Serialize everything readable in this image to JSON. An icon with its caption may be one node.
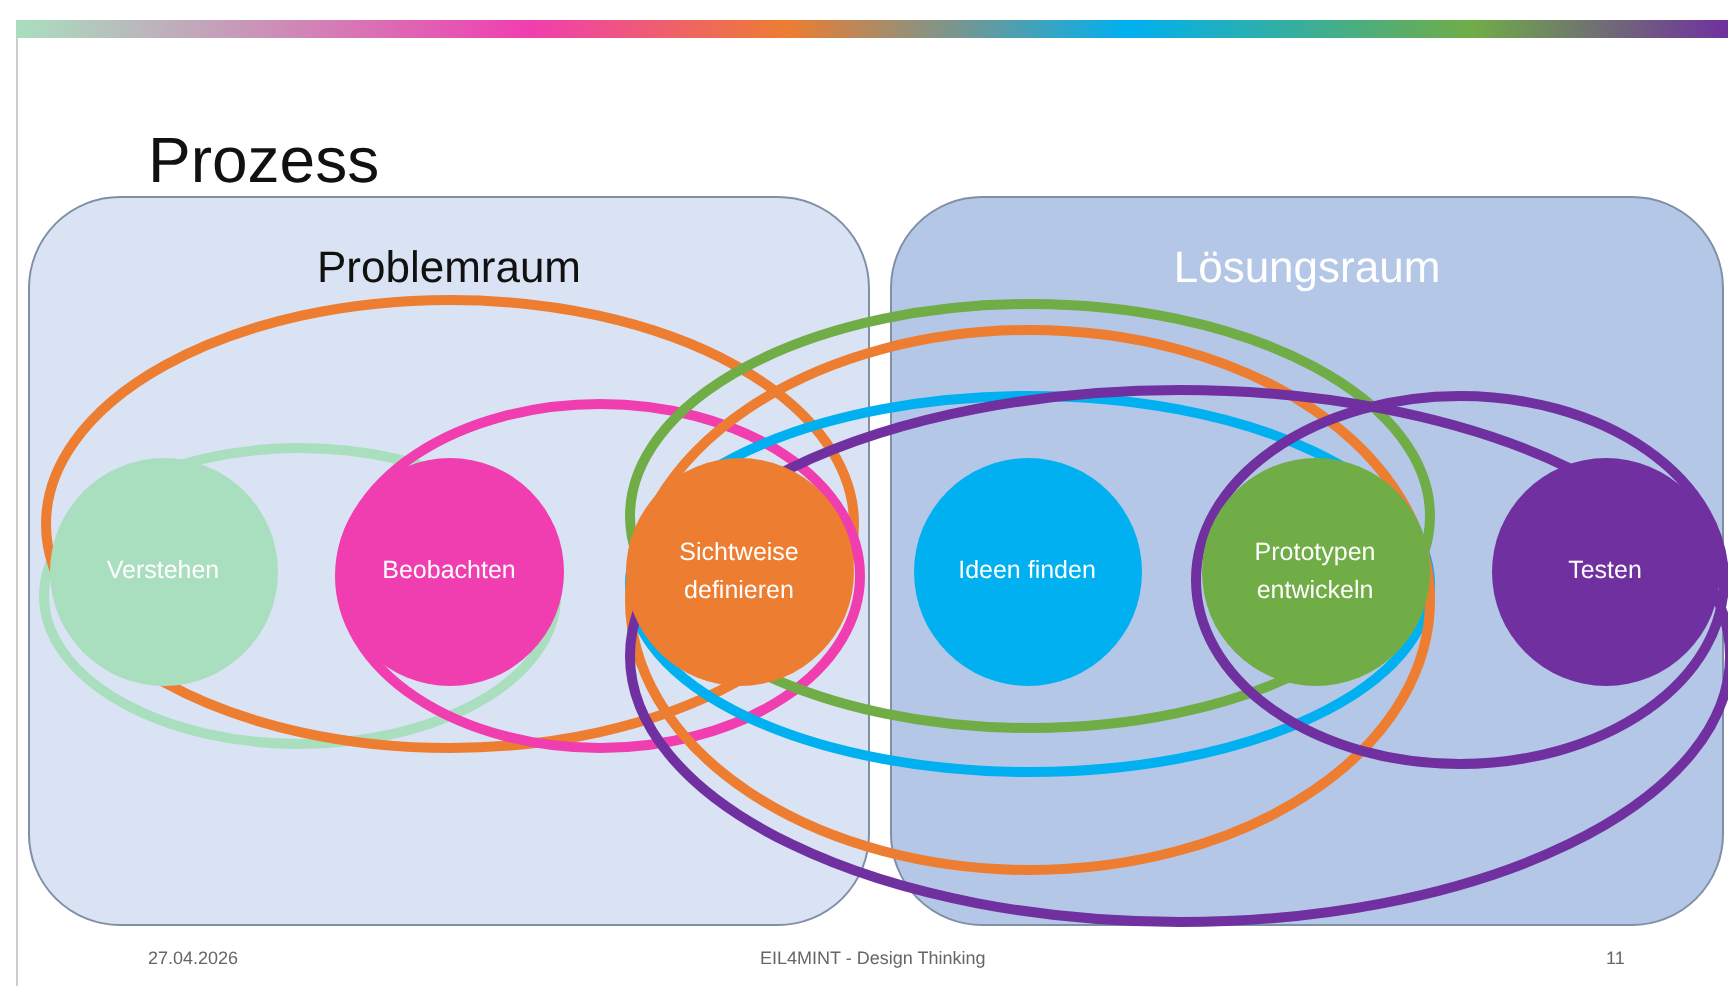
{
  "diagram": {
    "title": "Prozess",
    "nodes": [
      {
        "text": [
          "Problemraum"
        ]
      },
      {
        "text": [
          "Lösungsraum"
        ]
      },
      {
        "text": [
          "Verstehen"
        ],
        "in": 0
      },
      {
        "text": [
          "Beobachten"
        ],
        "in": 0
      },
      {
        "text": [
          "Sichtweise definieren"
        ],
        "in": 0
      },
      {
        "text": [
          "Ideen finden"
        ],
        "in": 1
      },
      {
        "text": [
          "Prototypen entwickeln"
        ],
        "in": 1
      },
      {
        "text": [
          "Testen"
        ],
        "in": 1
      }
    ],
    "edges": [],
    "labels": [
      "27.04.2026",
      "EIL4MINT - Design Thinking",
      "11"
    ]
  }
}
